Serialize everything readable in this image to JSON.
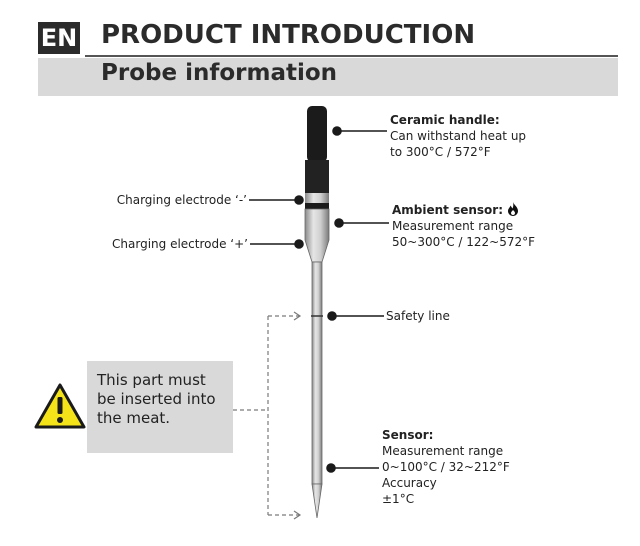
{
  "header": {
    "lang": "EN",
    "section_title": "PRODUCT INTRODUCTION",
    "subtitle": "Probe information"
  },
  "callouts": {
    "handle": {
      "title": "Ceramic handle:",
      "line1": "Can withstand heat up",
      "line2": "to 300°C / 572°F"
    },
    "ambient": {
      "title": "Ambient sensor:",
      "line1": "Measurement range",
      "line2": "50~300°C / 122~572°F",
      "icon": "flame-icon"
    },
    "electrode_minus": {
      "text": "Charging electrode ‘-’"
    },
    "electrode_plus": {
      "text": "Charging electrode ‘+’"
    },
    "safety": {
      "text": "Safety line"
    },
    "sensor": {
      "title": "Sensor:",
      "line1": "Measurement range",
      "line2": "0~100°C / 32~212°F",
      "line3": "Accuracy",
      "line4": "±1°C"
    }
  },
  "note": {
    "text": "This part must\nbe inserted into\nthe meat.",
    "icon": "warning-icon"
  },
  "colors": {
    "badge": "#2b2b2b",
    "band": "#d9d9d9",
    "warning_fill": "#f5e31a",
    "probe_steel": "#c8c8c8"
  }
}
